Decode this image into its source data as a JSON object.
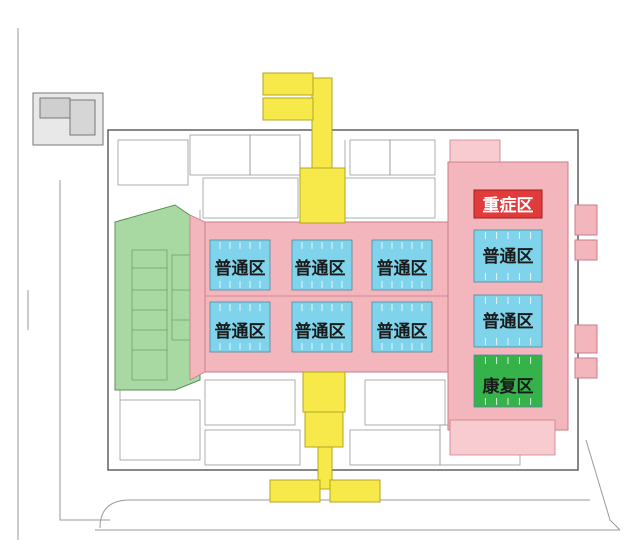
{
  "colors": {
    "pink_zone": "#f4b6bd",
    "green_zone": "#a9d9a2",
    "yellow_zone": "#f7e94a",
    "bed_blue": "#7fd3ea",
    "rehab_green": "#35b34a",
    "icu_red": "#e23b3b",
    "wall": "#888888",
    "floor": "#ffffff"
  },
  "zones": {
    "ordinary": "普通区",
    "severe": "重症区",
    "rehab": "康复区"
  },
  "icons": {
    "plan": "floor-plan-icon"
  }
}
